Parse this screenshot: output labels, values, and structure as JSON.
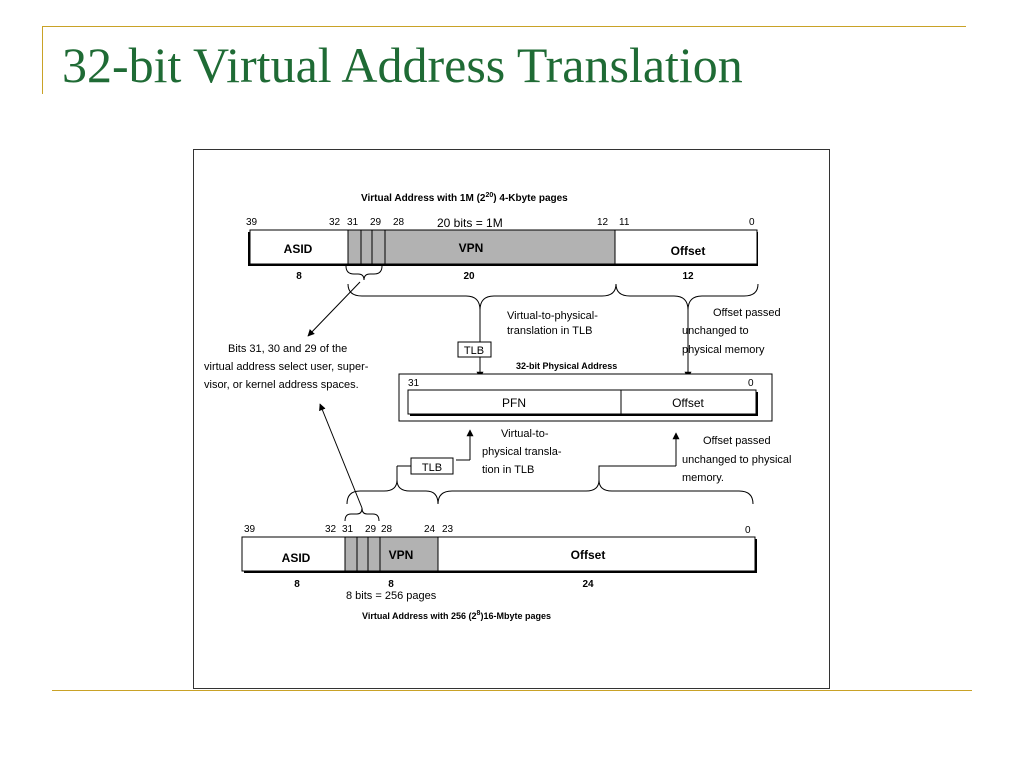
{
  "slide": {
    "title": "32-bit Virtual Address Translation",
    "accent_color": "#c9a227",
    "title_color": "#1f6b35"
  },
  "diagram": {
    "top_caption_pre": "Virtual Address with 1M (2",
    "top_caption_sup": "20",
    "top_caption_post": ") 4-Kbyte pages",
    "top_bits": {
      "b39": "39",
      "b32": "32",
      "b31": "31",
      "b29": "29",
      "b28": "28",
      "b12": "12",
      "b11": "11",
      "b0": "0"
    },
    "top_vpn_bits_note": "20 bits  = 1M",
    "top_fields": {
      "asid": "ASID",
      "vpn": "VPN",
      "offset": "Offset"
    },
    "top_widths": {
      "asid": "8",
      "vpn": "20",
      "offset": "12"
    },
    "top_translation_note": [
      "Virtual-to-physical-",
      "translation in TLB"
    ],
    "top_offset_note": [
      "Offset   passed",
      "unchanged       to",
      "physical memory"
    ],
    "tlb_label": "TLB",
    "select_note": [
      "Bits  31,  30  and  29  of  the",
      "virtual address select user, super-",
      "visor, or kernel address spaces."
    ],
    "phys_caption": "32-bit Physical Address",
    "phys_bits": {
      "b31": "31",
      "b0": "0"
    },
    "phys_fields": {
      "pfn": "PFN",
      "offset": "Offset"
    },
    "bottom_translation_note": [
      "Virtual-to-",
      "physical   transla-",
      "tion in TLB"
    ],
    "bottom_offset_note": [
      "Offset         passed",
      "unchanged to physical",
      "memory."
    ],
    "bottom_bits": {
      "b39": "39",
      "b32": "32",
      "b31": "31",
      "b29": "29",
      "b28": "28",
      "b24": "24",
      "b23": "23",
      "b0": "0"
    },
    "bottom_fields": {
      "asid": "ASID",
      "vpn": "VPN",
      "offset": "Offset"
    },
    "bottom_widths": {
      "asid": "8",
      "vpn": "8",
      "offset": "24"
    },
    "bottom_vpn_bits_note": "8 bits = 256 pages",
    "bottom_caption_pre": "Virtual Address with 256 (2",
    "bottom_caption_sup": "8",
    "bottom_caption_post": ")16-Mbyte pages"
  }
}
